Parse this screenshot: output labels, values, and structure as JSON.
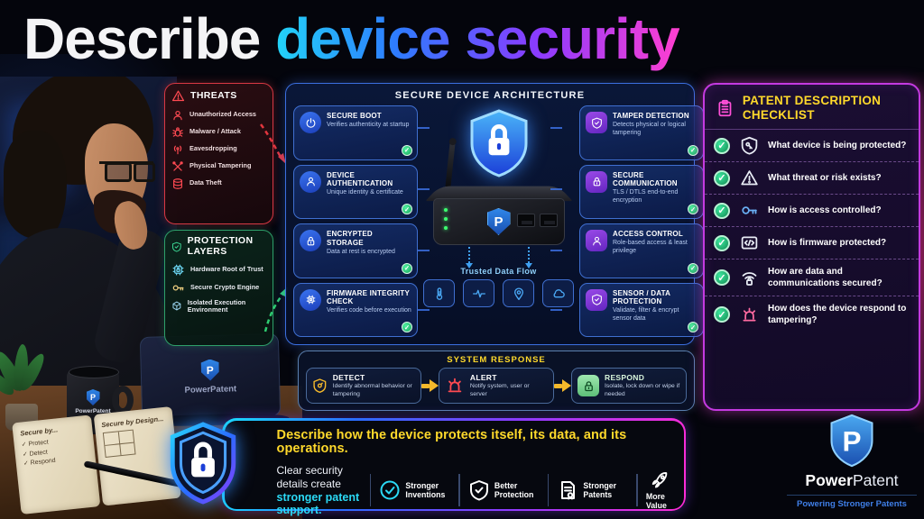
{
  "title": {
    "white": "Describe ",
    "gradient": "device security"
  },
  "threats": {
    "title": "THREATS",
    "items": [
      {
        "icon": "person-icon",
        "label": "Unauthorized Access"
      },
      {
        "icon": "bug-icon",
        "label": "Malware / Attack"
      },
      {
        "icon": "antenna-icon",
        "label": "Eavesdropping"
      },
      {
        "icon": "tools-icon",
        "label": "Physical Tampering"
      },
      {
        "icon": "database-icon",
        "label": "Data Theft"
      }
    ]
  },
  "protection": {
    "title": "PROTECTION LAYERS",
    "items": [
      {
        "icon": "chip-lock-icon",
        "label": "Hardware Root of Trust"
      },
      {
        "icon": "key-icon",
        "label": "Secure Crypto Engine"
      },
      {
        "icon": "cube-icon",
        "label": "Isolated Execution Environment"
      }
    ]
  },
  "architecture": {
    "title": "SECURE DEVICE ARCHITECTURE",
    "left_cards": [
      {
        "icon": "power-icon",
        "title": "SECURE BOOT",
        "desc": "Verifies authenticity at startup"
      },
      {
        "icon": "person-icon",
        "title": "DEVICE AUTHENTICATION",
        "desc": "Unique identity & certificate"
      },
      {
        "icon": "lock-icon",
        "title": "ENCRYPTED STORAGE",
        "desc": "Data at rest is encrypted"
      },
      {
        "icon": "chip-icon",
        "title": "FIRMWARE INTEGRITY CHECK",
        "desc": "Verifies code before execution"
      }
    ],
    "right_cards": [
      {
        "icon": "shield-check-icon",
        "title": "TAMPER DETECTION",
        "desc": "Detects physical or logical tampering"
      },
      {
        "icon": "lock-icon",
        "title": "SECURE COMMUNICATION",
        "desc": "TLS / DTLS end-to-end encryption"
      },
      {
        "icon": "person-icon",
        "title": "ACCESS CONTROL",
        "desc": "Role-based access & least privilege"
      },
      {
        "icon": "shield-icon",
        "title": "SENSOR / DATA PROTECTION",
        "desc": "Validate, filter & encrypt sensor data"
      }
    ],
    "device_logo_letter": "P",
    "flow_label": "Trusted Data Flow",
    "flow_icons": [
      "thermometer-icon",
      "pulse-icon",
      "location-pin-icon",
      "cloud-icon"
    ]
  },
  "system_response": {
    "title": "SYSTEM RESPONSE",
    "steps": [
      {
        "icon": "shield-eye-icon",
        "title": "DETECT",
        "desc": "Identify abnormal behavior or tampering"
      },
      {
        "icon": "siren-icon",
        "title": "ALERT",
        "desc": "Notify system, user or server"
      },
      {
        "icon": "lock-icon",
        "title": "RESPOND",
        "desc": "Isolate, lock down or wipe if needed"
      }
    ]
  },
  "checklist": {
    "title": "PATENT DESCRIPTION CHECKLIST",
    "items": [
      {
        "icon": "shield-key-icon",
        "question": "What device is being protected?"
      },
      {
        "icon": "warning-triangle-icon",
        "question": "What threat or risk exists?"
      },
      {
        "icon": "key-icon",
        "question": "How is access controlled?"
      },
      {
        "icon": "code-icon",
        "question": "How is firmware protected?"
      },
      {
        "icon": "wifi-lock-icon",
        "question": "How are data and communications secured?"
      },
      {
        "icon": "siren-icon",
        "question": "How does the device respond to tampering?"
      }
    ]
  },
  "bottom_bar": {
    "headline": "Describe how the device protects itself, its data, and its operations.",
    "sub_line1": "Clear security details create",
    "sub_line2": "stronger patent support.",
    "badges": [
      {
        "icon": "circle-check-icon",
        "label": "Stronger Inventions"
      },
      {
        "icon": "shield-check-icon",
        "label": "Better Protection"
      },
      {
        "icon": "document-seal-icon",
        "label": "Stronger Patents"
      }
    ],
    "rocket_label": "More Value"
  },
  "brand": {
    "logo_letter": "P",
    "name_bold": "Power",
    "name_light": "Patent",
    "tagline": "Powering Stronger Patents"
  },
  "scene": {
    "laptop_logo_letter": "P",
    "laptop_brand": "PowerPatent",
    "mug_logo_letter": "P",
    "mug_brand": "PowerPatent",
    "notebook_left_title": "Secure by...",
    "notebook_left_items": [
      "✓ Protect",
      "✓ Detect",
      "✓ Respond"
    ],
    "notebook_right_title": "Secure by Design..."
  },
  "colors": {
    "accent_yellow": "#ffd92b",
    "accent_cyan": "#2bd9f5",
    "threat_red": "#d93843",
    "protect_green": "#2ea06a",
    "arch_blue": "#3b6fe0",
    "checklist_pink": "#c43ae0",
    "check_green": "#2ecc71"
  }
}
